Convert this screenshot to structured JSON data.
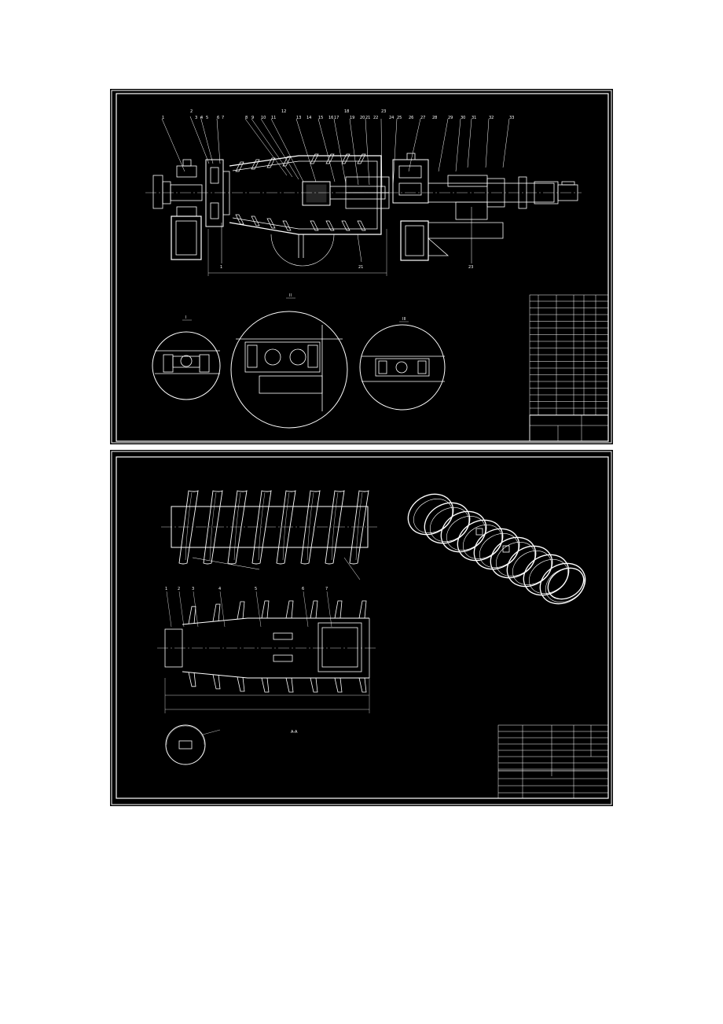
{
  "sheet1": {
    "part_numbers": [
      "1",
      "2",
      "3",
      "4",
      "5",
      "6",
      "7",
      "8",
      "9",
      "10",
      "11",
      "12",
      "13",
      "14",
      "15",
      "16",
      "17",
      "18",
      "19",
      "20",
      "21",
      "22",
      "23",
      "24",
      "25",
      "26",
      "27",
      "28",
      "29",
      "30",
      "31",
      "32",
      "33"
    ],
    "callout_bottom_left": "1",
    "callout_bottom_mid": "21",
    "callout_bottom_right": "23",
    "view_labels": [
      "I",
      "II",
      "III"
    ]
  },
  "sheet2": {
    "balloons": [
      "1",
      "2",
      "3",
      "4",
      "5",
      "6",
      "7"
    ],
    "section_label": "A-A"
  },
  "colors": {
    "background": "#000000",
    "line": "#ffffff",
    "paper": "#ffffff"
  }
}
